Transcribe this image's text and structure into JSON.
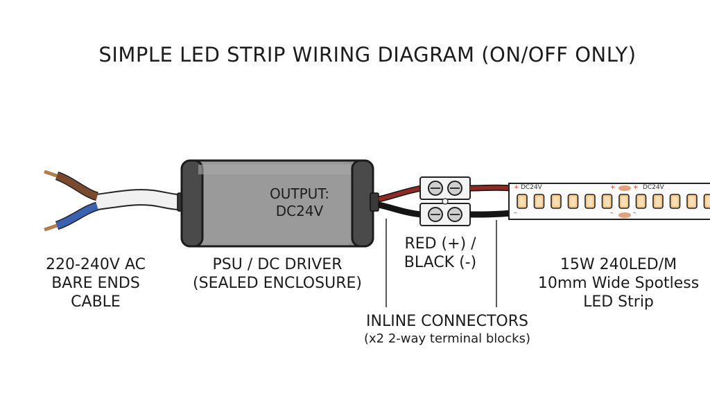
{
  "title": "SIMPLE LED STRIP WIRING DIAGRAM (ON/OFF ONLY)",
  "psu_face": {
    "line1": "OUTPUT:",
    "line2": "DC24V"
  },
  "cable_label": [
    "220-240V AC",
    "BARE ENDS",
    "CABLE"
  ],
  "psu_label": [
    "PSU / DC DRIVER",
    "(SEALED ENCLOSURE)"
  ],
  "wire_label": [
    "RED (+) /",
    "BLACK (-)"
  ],
  "strip_label": [
    "15W 240LED/M",
    "10mm Wide Spotless",
    "LED Strip"
  ],
  "connector_label": {
    "line1": "INLINE CONNECTORS",
    "line2": "(x2 2-way terminal blocks)"
  },
  "strip_markings": {
    "plus": "+",
    "minus": "–",
    "voltage": "DC24V"
  },
  "colors": {
    "cable_brown": "#7a4a2c",
    "cable_blue": "#3a62b0",
    "wire_red": "#8e2a22",
    "wire_black": "#151515",
    "psu_body": "#8a8a8a",
    "led_chip": "#f2c98a",
    "copper_pad": "#e3a07a"
  }
}
